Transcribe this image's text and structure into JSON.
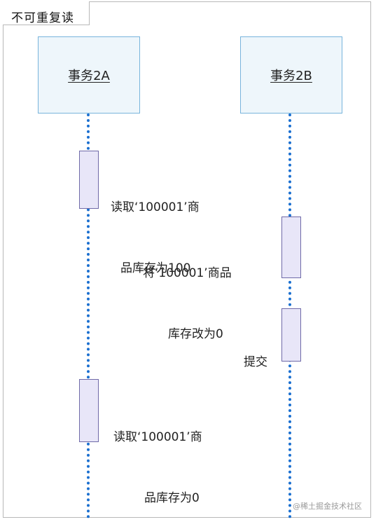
{
  "title": "不可重复读",
  "participants": [
    {
      "id": "A",
      "label": "事务2A"
    },
    {
      "id": "B",
      "label": "事务2B"
    }
  ],
  "messages": [
    {
      "participant": "A",
      "lines": [
        "读取‘100001’商",
        "品库存为100"
      ]
    },
    {
      "participant": "B",
      "lines": [
        "将‘100001’商品",
        "库存改为0"
      ]
    },
    {
      "participant": "B",
      "lines": [
        "提交"
      ]
    },
    {
      "participant": "A",
      "lines": [
        "读取‘100001’商",
        "品库存为0"
      ]
    }
  ],
  "watermark": "@稀土掘金技术社区",
  "colors": {
    "lifeline": "#1a6fd0",
    "box_border": "#78b4dc",
    "box_fill": "#eef6fb",
    "activation_border": "#6f6aa8",
    "activation_fill": "#e8e6f8"
  }
}
